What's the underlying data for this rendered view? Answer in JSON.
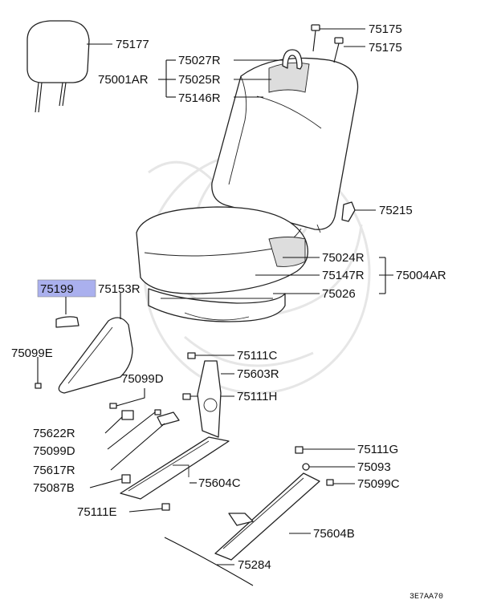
{
  "labels": {
    "p75177": "75177",
    "p75175a": "75175",
    "p75175b": "75175",
    "p75027R": "75027R",
    "p75001AR": "75001AR",
    "p75025R": "75025R",
    "p75146R": "75146R",
    "p75215": "75215",
    "p75024R": "75024R",
    "p75147R": "75147R",
    "p75004AR": "75004AR",
    "p75026": "75026",
    "p75199": "75199",
    "p75153R": "75153R",
    "p75099E": "75099E",
    "p75111C": "75111C",
    "p75603R": "75603R",
    "p75099D_a": "75099D",
    "p75111H": "75111H",
    "p75622R": "75622R",
    "p75099D_b": "75099D",
    "p75617R": "75617R",
    "p75087B": "75087B",
    "p75604C": "75604C",
    "p75111G": "75111G",
    "p75093": "75093",
    "p75099C": "75099C",
    "p75111E": "75111E",
    "p75604B": "75604B",
    "p75284": "75284"
  },
  "drawing_code": "3E7AA70",
  "highlight_color": "#aab0ee"
}
